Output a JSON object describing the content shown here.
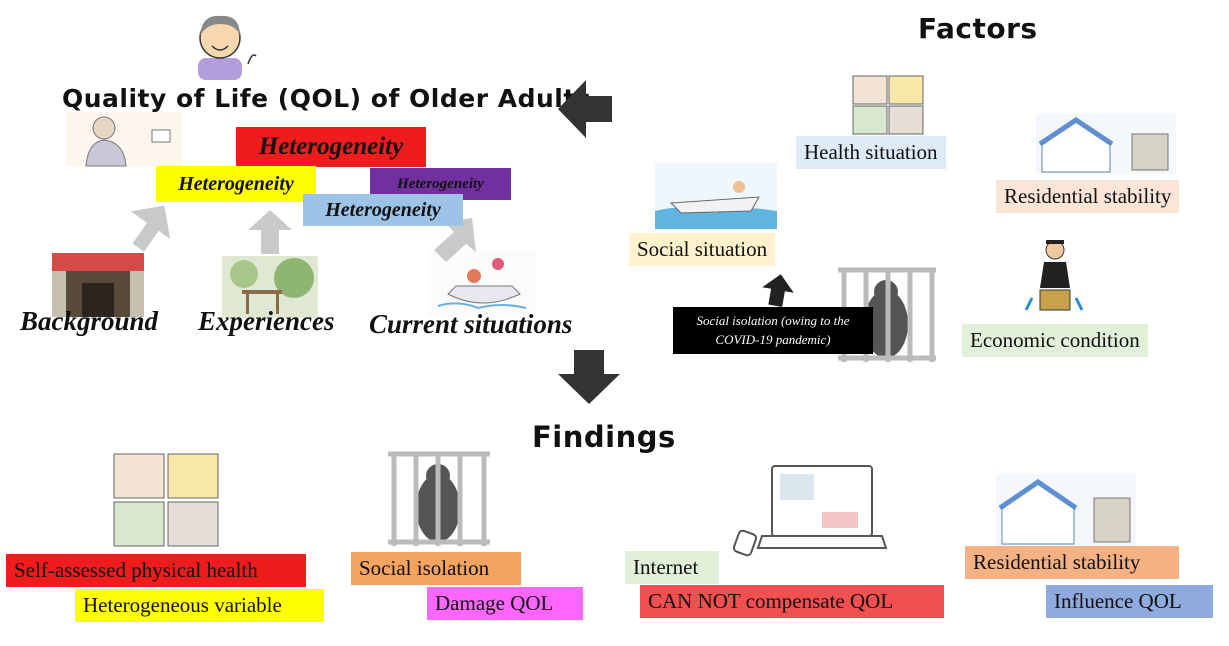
{
  "qol_title": "Quality of Life (QOL) of Older Adults",
  "factors_title": "Factors",
  "findings_title": "Findings",
  "heterogeneity": {
    "red": "Heterogeneity",
    "yellow": "Heterogeneity",
    "purple": "Heterogeneity",
    "blue": "Heterogeneity"
  },
  "sources": {
    "background": "Background",
    "experiences": "Experiences",
    "current": "Current situations"
  },
  "factors": {
    "health": "Health situation",
    "residential": "Residential stability",
    "social": "Social situation",
    "economic": "Economic condition",
    "isolation": "Social isolation (owing to the COVID-19 pandemic)"
  },
  "findings": {
    "physical_health": "Self-assessed physical health",
    "heterogeneous_variable": "Heterogeneous variable",
    "social_isolation": "Social isolation",
    "damage_qol": "Damage QOL",
    "internet": "Internet",
    "cannot_compensate": "CAN NOT compensate QOL",
    "residential": "Residential stability",
    "influence_qol": "Influence QOL"
  },
  "colors": {
    "red": "#ee1c1c",
    "yellow": "#ffff00",
    "purple": "#7030a0",
    "light_blue": "#9dc3e6",
    "pale_blue": "#deebf7",
    "peach": "#fbe5d6",
    "cream": "#fff2cc",
    "pale_green": "#e2f0d9",
    "orange": "#f4a460",
    "magenta": "#ff66ff",
    "salmon": "#f4b183",
    "steel_blue": "#8faadc",
    "black": "#000000"
  }
}
